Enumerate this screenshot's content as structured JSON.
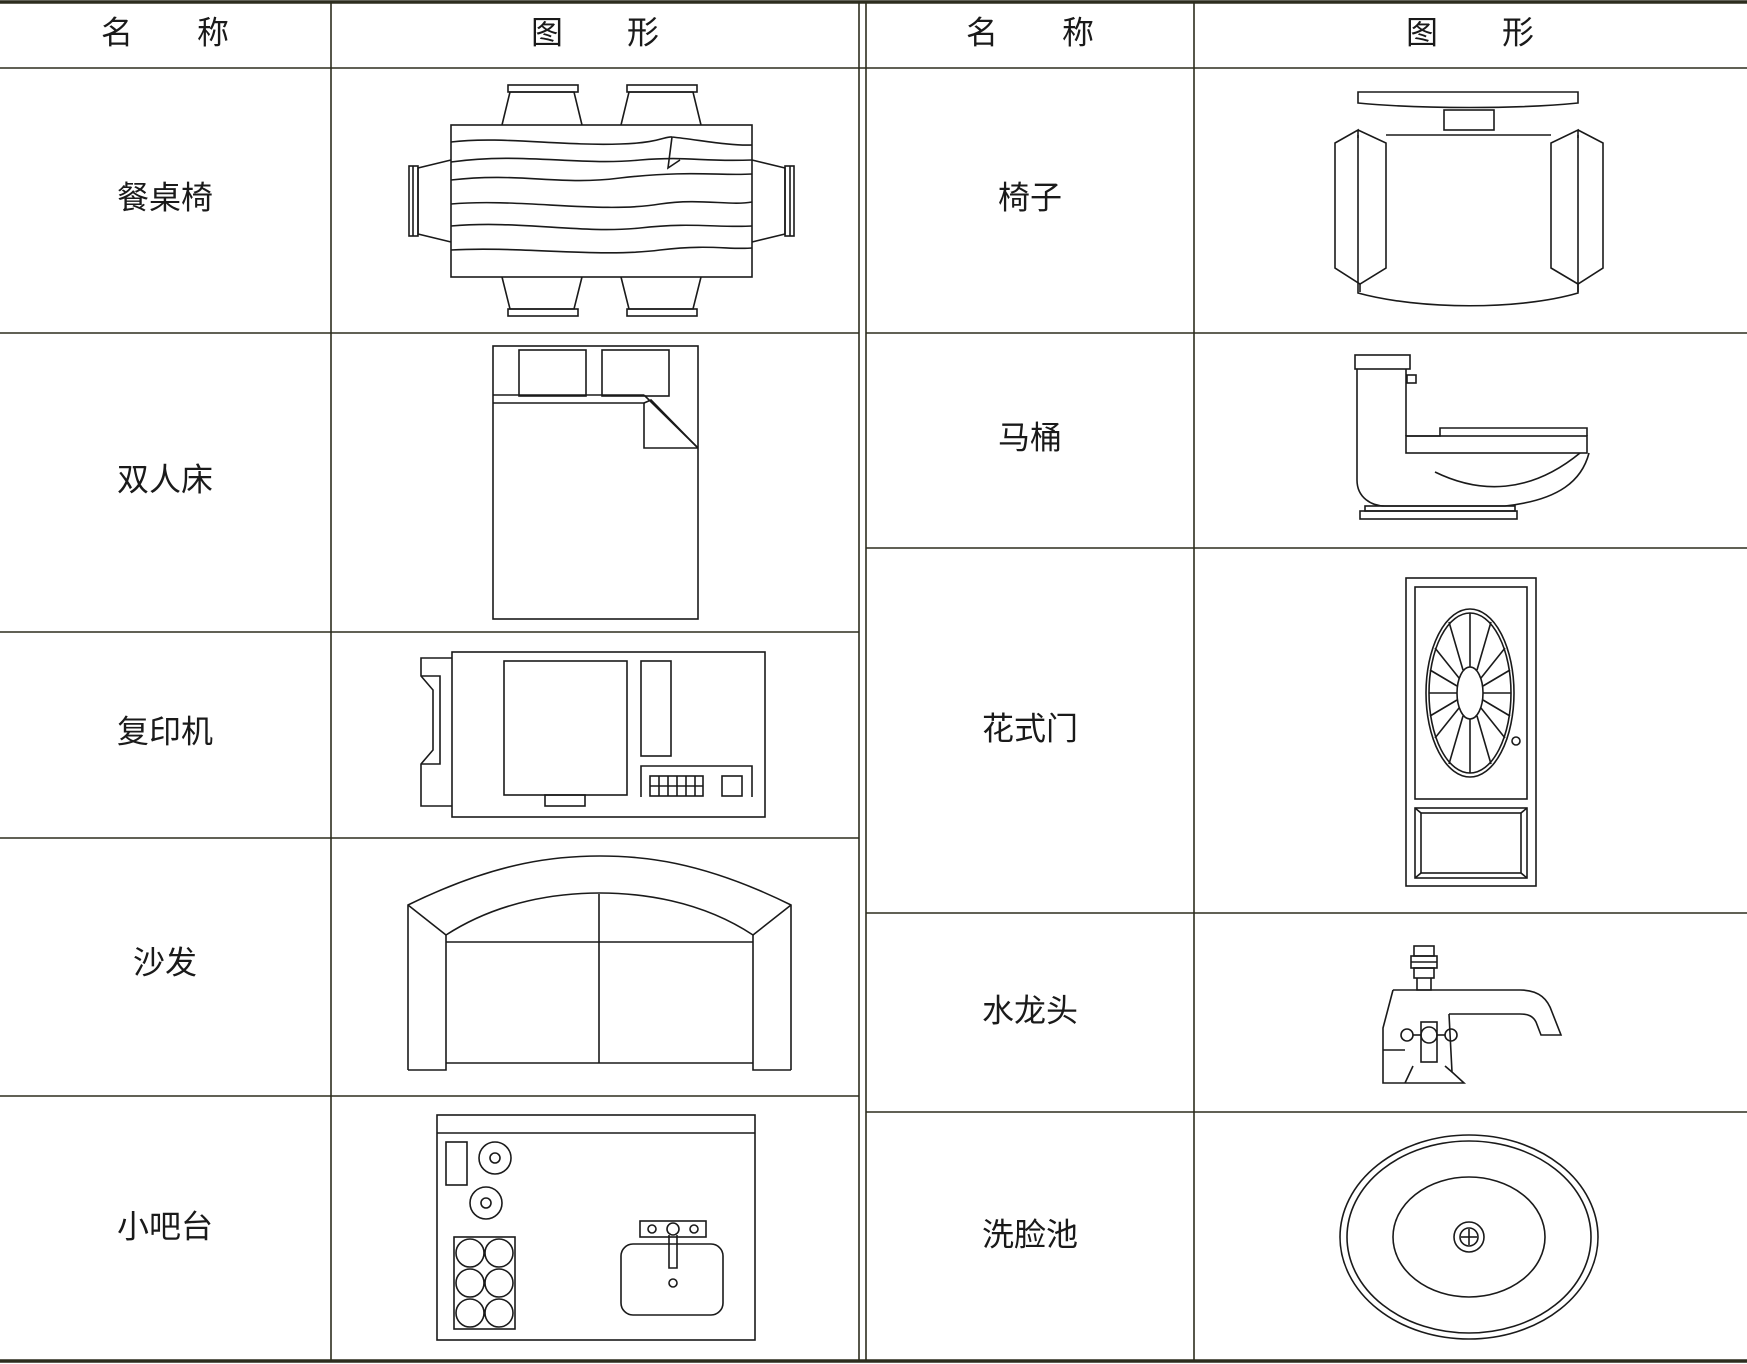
{
  "table": {
    "left_header": {
      "name_col": "名　　称",
      "figure_col": "图　　形"
    },
    "right_header": {
      "name_col": "名　　称",
      "figure_col": "图　　形"
    },
    "left_rows": [
      {
        "name": "餐桌椅",
        "icon": "dining-table-chairs-icon"
      },
      {
        "name": "双人床",
        "icon": "double-bed-icon"
      },
      {
        "name": "复印机",
        "icon": "copier-icon"
      },
      {
        "name": "沙发",
        "icon": "sofa-icon"
      },
      {
        "name": "小吧台",
        "icon": "mini-bar-icon"
      }
    ],
    "right_rows": [
      {
        "name": "椅子",
        "icon": "chair-icon"
      },
      {
        "name": "马桶",
        "icon": "toilet-icon"
      },
      {
        "name": "花式门",
        "icon": "decorative-door-icon"
      },
      {
        "name": "水龙头",
        "icon": "faucet-icon"
      },
      {
        "name": "洗脸池",
        "icon": "washbasin-icon"
      }
    ]
  },
  "colors": {
    "line": "#1a1a1a",
    "grid": "#2d2d1e",
    "background": "#ffffff"
  }
}
